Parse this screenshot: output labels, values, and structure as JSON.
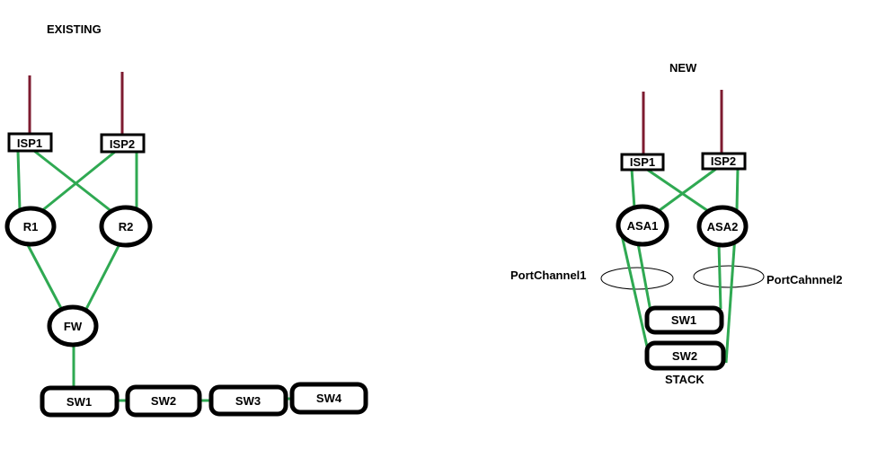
{
  "colors": {
    "link_green": "#2FA952",
    "uplink_maroon": "#7E1B30",
    "node_outline": "#000000",
    "background": "#FFFFFF"
  },
  "existing": {
    "title": "EXISTING",
    "nodes": {
      "isp1": "ISP1",
      "isp2": "ISP2",
      "r1": "R1",
      "r2": "R2",
      "fw": "FW",
      "sw1": "SW1",
      "sw2": "SW2",
      "sw3": "SW3",
      "sw4": "SW4"
    }
  },
  "proposed": {
    "title": "NEW",
    "nodes": {
      "isp1": "ISP1",
      "isp2": "ISP2",
      "asa1": "ASA1",
      "asa2": "ASA2",
      "sw1": "SW1",
      "sw2": "SW2"
    },
    "labels": {
      "portchannel1": "PortChannel1",
      "portchannel2": "PortCahnnel2",
      "stack": "STACK"
    }
  }
}
